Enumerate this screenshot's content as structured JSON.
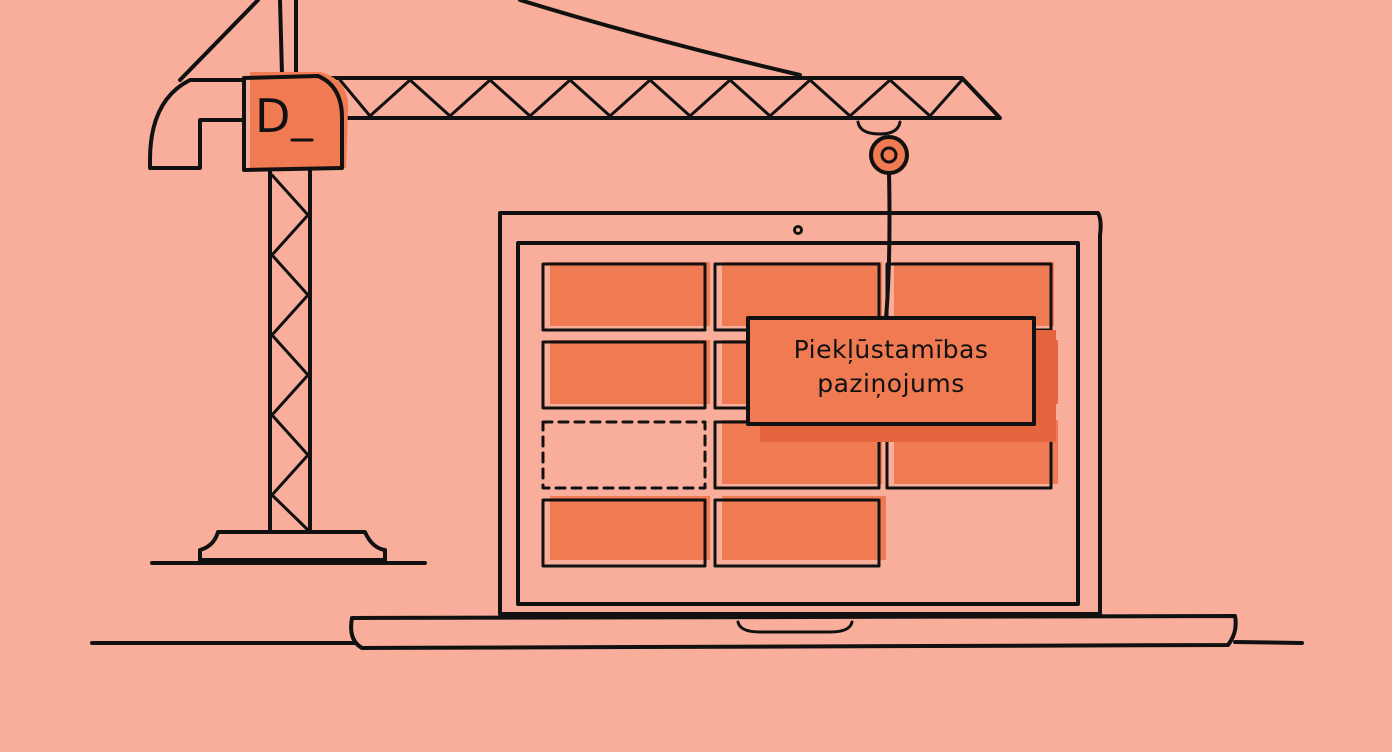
{
  "sign": {
    "line1": "Piekļūstamības",
    "line2": "paziņojums"
  },
  "cabin_label": "D",
  "colors": {
    "background": "#f8ae9a",
    "accent": "#f07a52",
    "accent_shadow": "#e4643d",
    "ink": "#111111"
  }
}
